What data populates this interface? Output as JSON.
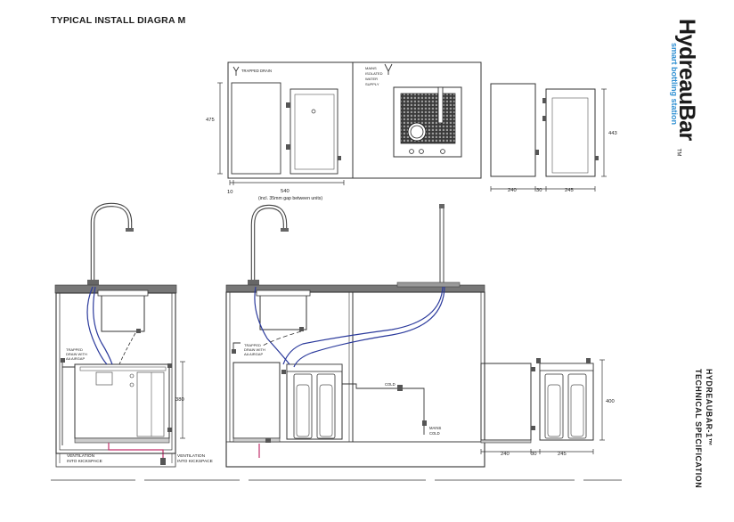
{
  "page": {
    "title": "TYPICAL INSTALL DIAGRA M"
  },
  "brand": {
    "name": "HydreauBar",
    "tagline": "smart bottling station",
    "trademark": "TM",
    "accent_color": "#2f8fd2"
  },
  "spec": {
    "line1": "HYDREAUBAR-1™",
    "line2": "TECHNICAL SPECIFICATION"
  },
  "plan_view": {
    "trapped_drain": "TRAPPED DRAIN",
    "mains_supply": [
      "MAINS",
      "ISOLATED",
      "WATER",
      "SUPPLY"
    ],
    "dim_height": "475",
    "dim_gap": "10",
    "dim_width": "540",
    "dim_note": "(incl. 35mm gap between units)"
  },
  "side_view_top": {
    "dim_width_left": "240",
    "dim_gap": "30",
    "dim_width_right": "245",
    "dim_height": "443"
  },
  "left_install": {
    "drain_label": [
      "TRAPPED",
      "DRAIN WITH",
      "AA AIRGAP"
    ],
    "dim_height": "380",
    "vent_left": [
      "VENTILATION",
      "INTO KICKSPACE"
    ],
    "vent_right": [
      "VENTILATION",
      "INTO KICKSPACE"
    ]
  },
  "center_install": {
    "drain_label": [
      "TRAPPED",
      "DRAIN WITH",
      "AA AIRGAP"
    ],
    "cold_label": "COLD",
    "mains_label": [
      "MAINS",
      "COLD"
    ]
  },
  "side_view_bottom": {
    "dim_width_left": "240",
    "dim_gap": "30",
    "dim_width_right": "245",
    "dim_height": "400"
  },
  "colors": {
    "line": "#333333",
    "counter": "#666666",
    "blue_hose": "#2b3a9c",
    "pink_hose": "#c0306a"
  }
}
